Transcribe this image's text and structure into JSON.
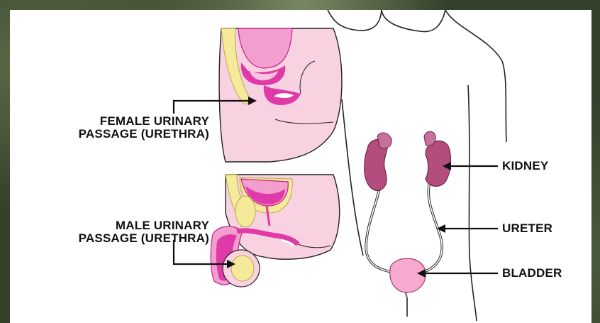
{
  "labels": {
    "female_line1": "FEMALE URINARY",
    "female_line2": "PASSAGE (URETHRA)",
    "male_line1": "MALE URINARY",
    "male_line2": "PASSAGE (URETHRA)",
    "kidney": "KIDNEY",
    "ureter": "URETER",
    "bladder": "BLADDER"
  },
  "colors": {
    "skin_pink": "#f9d2e2",
    "organ_magenta": "#e03aa8",
    "organ_pink": "#f29fd0",
    "fat_yellow": "#f4ea9a",
    "kidney_purple": "#b24d7e",
    "bladder_pink": "#f7a9cf"
  }
}
